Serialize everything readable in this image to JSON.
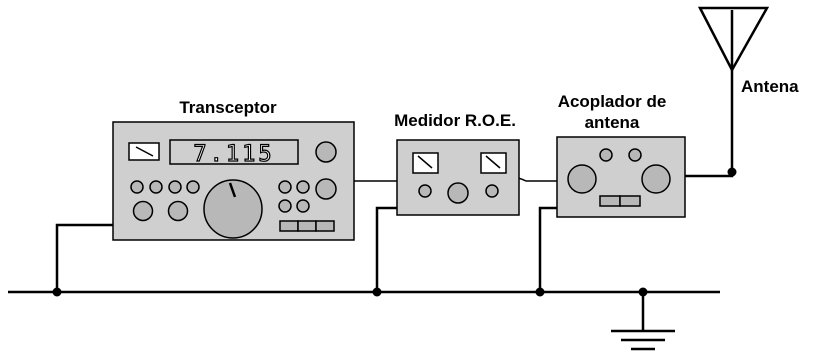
{
  "labels": {
    "transceptor": "Transceptor",
    "medidor": "Medidor R.O.E.",
    "acoplador_line1": "Acoplador de",
    "acoplador_line2": "antena",
    "antena": "Antena"
  },
  "transceptor_display": "7.115",
  "colors": {
    "equipment_fill": "#cfcfcf",
    "knob_fill": "#b8b8b8",
    "line": "#000000",
    "background": "#ffffff"
  }
}
